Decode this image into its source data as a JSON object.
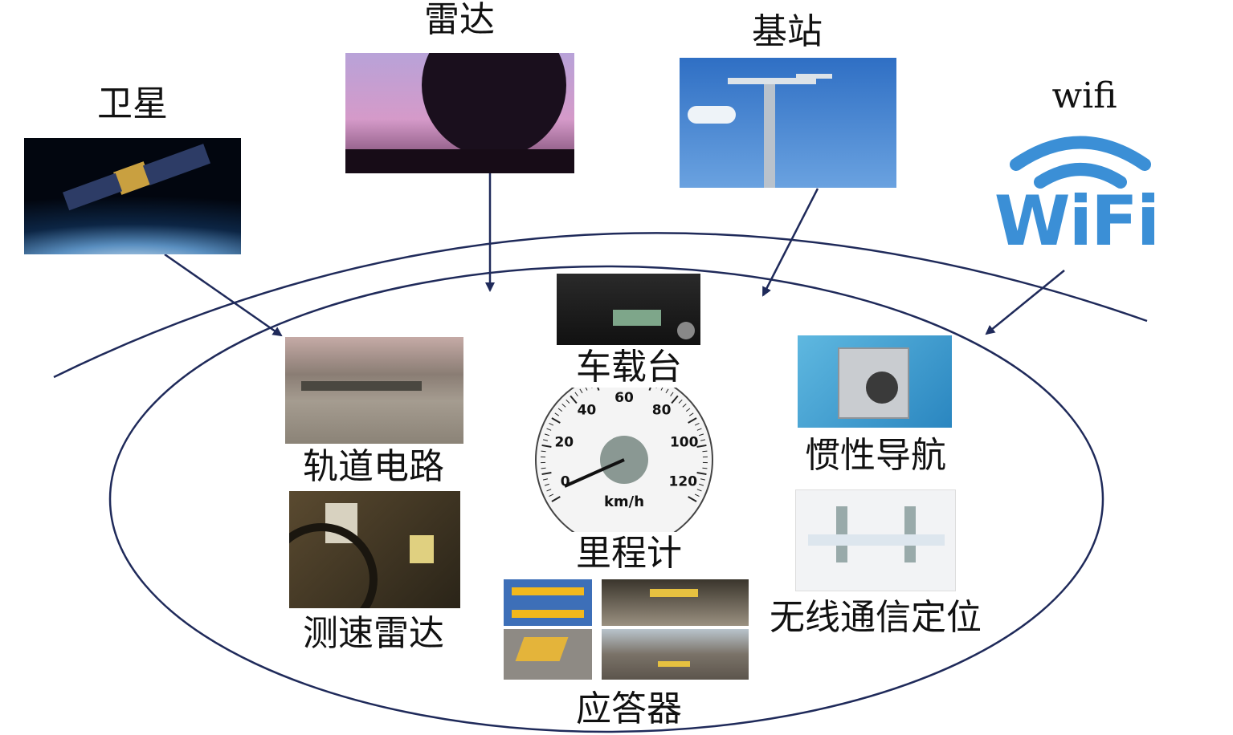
{
  "external": {
    "satellite": "卫星",
    "radar": "雷达",
    "base_station": "基站",
    "wifi": "wifi",
    "wifi_logo": "WiFi"
  },
  "internal": {
    "vehicle_radio": "车载台",
    "track_circuit": "轨道电路",
    "speed_radar": "测速雷达",
    "odometer": "里程计",
    "balise": "应答器",
    "inertial_navigation": "惯性导航",
    "wireless_positioning": "无线通信定位"
  },
  "speedometer": {
    "ticks": [
      "0",
      "20",
      "40",
      "60",
      "80",
      "100",
      "120"
    ],
    "unit": "km/h",
    "needle_value": 0
  },
  "colors": {
    "line": "#1f2a5a",
    "wifi_blue": "#3b8fd6"
  }
}
